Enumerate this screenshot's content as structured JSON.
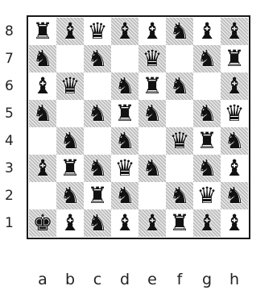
{
  "ranks": [
    "8",
    "7",
    "6",
    "5",
    "4",
    "3",
    "2",
    "1"
  ],
  "files": [
    "a",
    "b",
    "c",
    "d",
    "e",
    "f",
    "g",
    "h"
  ],
  "pieces_legend": {
    "r": "♜",
    "n": "♞",
    "b": "♝",
    "q": "♛",
    "k": "♚",
    "p": "♟"
  },
  "board": [
    [
      "r",
      "b",
      "q",
      "b",
      "b",
      "n",
      "b",
      "b"
    ],
    [
      "n",
      "",
      "n",
      "",
      "q",
      "",
      "n",
      "r"
    ],
    [
      "b",
      "q",
      "",
      "n",
      "r",
      "n",
      "",
      "b"
    ],
    [
      "n",
      "",
      "n",
      "r",
      "n",
      "",
      "n",
      "q"
    ],
    [
      "",
      "n",
      "",
      "n",
      "",
      "q",
      "r",
      "n"
    ],
    [
      "b",
      "r",
      "n",
      "q",
      "n",
      "",
      "n",
      "b"
    ],
    [
      "",
      "n",
      "r",
      "n",
      "",
      "n",
      "q",
      "n"
    ],
    [
      "k",
      "b",
      "n",
      "b",
      "b",
      "r",
      "b",
      "b"
    ]
  ]
}
